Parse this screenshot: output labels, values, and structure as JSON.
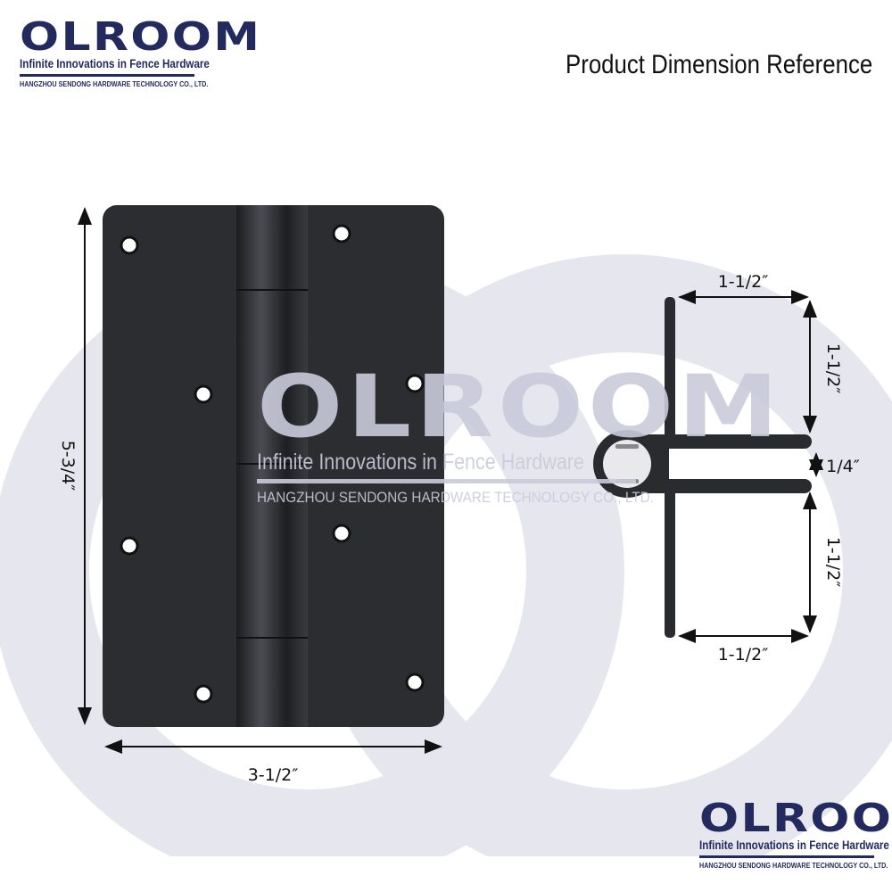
{
  "brand": {
    "name": "OLROOM",
    "tagline": "Infinite Innovations in Fence Hardware",
    "company": "HANGZHOU SENDONG HARDWARE TECHNOLOGY CO., LTD."
  },
  "title": "Product Dimension Reference",
  "front_view": {
    "height": "5-3/4″",
    "width": "3-1/2″"
  },
  "side_view": {
    "top_width": "1-1/2″",
    "top_leg": "1-1/2″",
    "gap": "1/4″",
    "bottom_leg": "1-1/2″",
    "bottom_width": "1-1/2″"
  },
  "colors": {
    "brand": "#232b5e",
    "watermark": "#e6e7ee",
    "hinge": "#2a2b2e"
  }
}
